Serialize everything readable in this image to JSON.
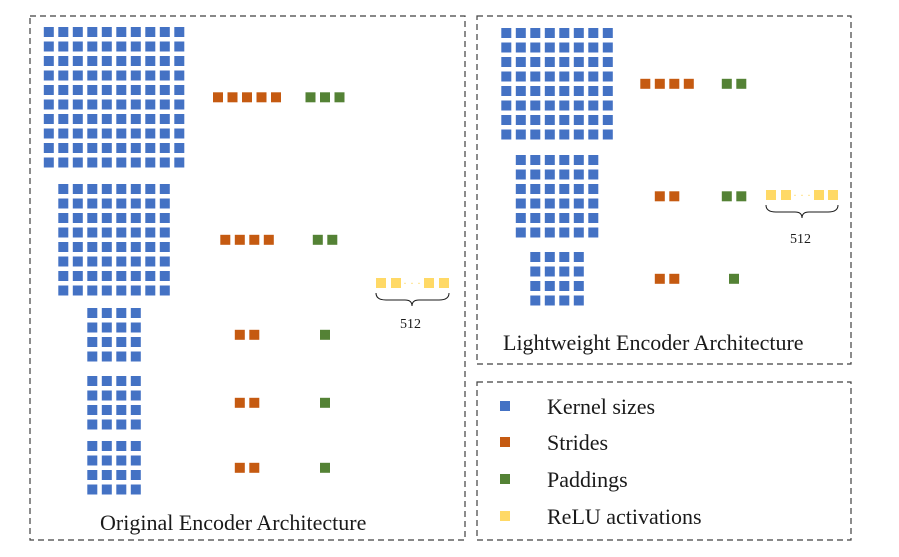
{
  "colors": {
    "kernel": "#4472C4",
    "stride": "#C55A11",
    "padding": "#548235",
    "relu": "#FFD966"
  },
  "original": {
    "title": "Original Encoder Architecture",
    "relu_count_label": "512",
    "relu_ellipsis": "· · ·",
    "layers": [
      {
        "kernel": 10,
        "strides": 5,
        "paddings": 3
      },
      {
        "kernel": 8,
        "strides": 4,
        "paddings": 2
      },
      {
        "kernel": 4,
        "strides": 2,
        "paddings": 1
      },
      {
        "kernel": 4,
        "strides": 2,
        "paddings": 1
      },
      {
        "kernel": 4,
        "strides": 2,
        "paddings": 1
      }
    ]
  },
  "lightweight": {
    "title": "Lightweight Encoder Architecture",
    "relu_count_label": "512",
    "relu_ellipsis": "· · ·",
    "layers": [
      {
        "kernel": 8,
        "strides": 4,
        "paddings": 2
      },
      {
        "kernel": 6,
        "strides": 2,
        "paddings": 2
      },
      {
        "kernel": 4,
        "strides": 2,
        "paddings": 1
      }
    ]
  },
  "legend": {
    "items": [
      {
        "label": "Kernel sizes",
        "color_key": "kernel"
      },
      {
        "label": "Strides",
        "color_key": "stride"
      },
      {
        "label": "Paddings",
        "color_key": "padding"
      },
      {
        "label": "ReLU activations",
        "color_key": "relu"
      }
    ]
  }
}
